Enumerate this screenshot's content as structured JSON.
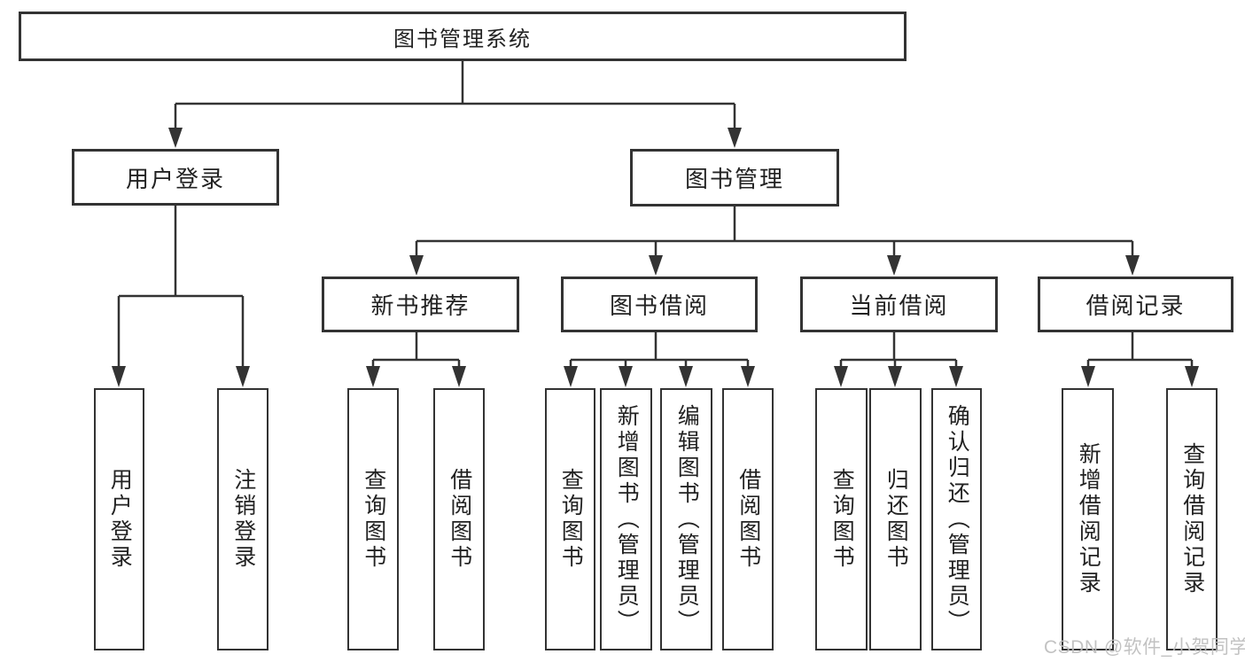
{
  "diagram": {
    "type": "hierarchy-tree",
    "colors": {
      "line": "#333333",
      "border": "#333333",
      "text": "#222222",
      "background": "#ffffff",
      "watermark": "#bdbdbd"
    },
    "tree": {
      "root": {
        "label": "图书管理系统",
        "children": [
          {
            "label": "用户登录",
            "children": [
              {
                "label": "用户登录"
              },
              {
                "label": "注销登录"
              }
            ]
          },
          {
            "label": "图书管理",
            "children": [
              {
                "label": "新书推荐",
                "children": [
                  {
                    "label": "查询图书"
                  },
                  {
                    "label": "借阅图书"
                  }
                ]
              },
              {
                "label": "图书借阅",
                "children": [
                  {
                    "label": "查询图书"
                  },
                  {
                    "label": "新增图书（管理员）"
                  },
                  {
                    "label": "编辑图书（管理员）"
                  },
                  {
                    "label": "借阅图书"
                  }
                ]
              },
              {
                "label": "当前借阅",
                "children": [
                  {
                    "label": "查询图书"
                  },
                  {
                    "label": "归还图书"
                  },
                  {
                    "label": "确认归还（管理员）"
                  }
                ]
              },
              {
                "label": "借阅记录",
                "children": [
                  {
                    "label": "新增借阅记录"
                  },
                  {
                    "label": "查询借阅记录"
                  }
                ]
              }
            ]
          }
        ]
      }
    },
    "watermark": "CSDN @软件_小贺同学"
  }
}
